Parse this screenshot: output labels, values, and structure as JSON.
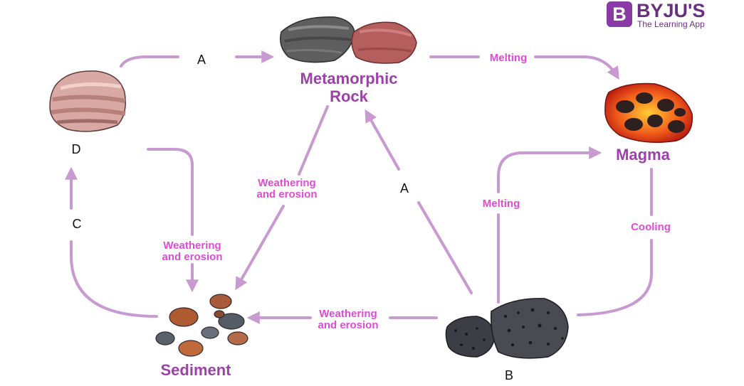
{
  "brand": {
    "logo_letter": "B",
    "name": "BYJU'S",
    "tagline": "The Learning App"
  },
  "nodes": {
    "metamorphic_rock": "Metamorphic\nRock",
    "magma": "Magma",
    "sediment": "Sediment",
    "igneous_letter": "B",
    "sedimentary_letter": "D"
  },
  "process_labels": {
    "a_top": "A",
    "a_middle": "A",
    "c_left": "C",
    "melting_top": "Melting",
    "melting_right": "Melting",
    "cooling": "Cooling",
    "weathering_center": "Weathering\nand erosion",
    "weathering_left": "Weathering\nand erosion",
    "weathering_bottom": "Weathering\nand erosion"
  },
  "colors": {
    "arrow": "#c89ad1",
    "label_pink": "#e04ad6",
    "title_purple": "#9b41a8",
    "brand_purple": "#8a3aa6"
  }
}
